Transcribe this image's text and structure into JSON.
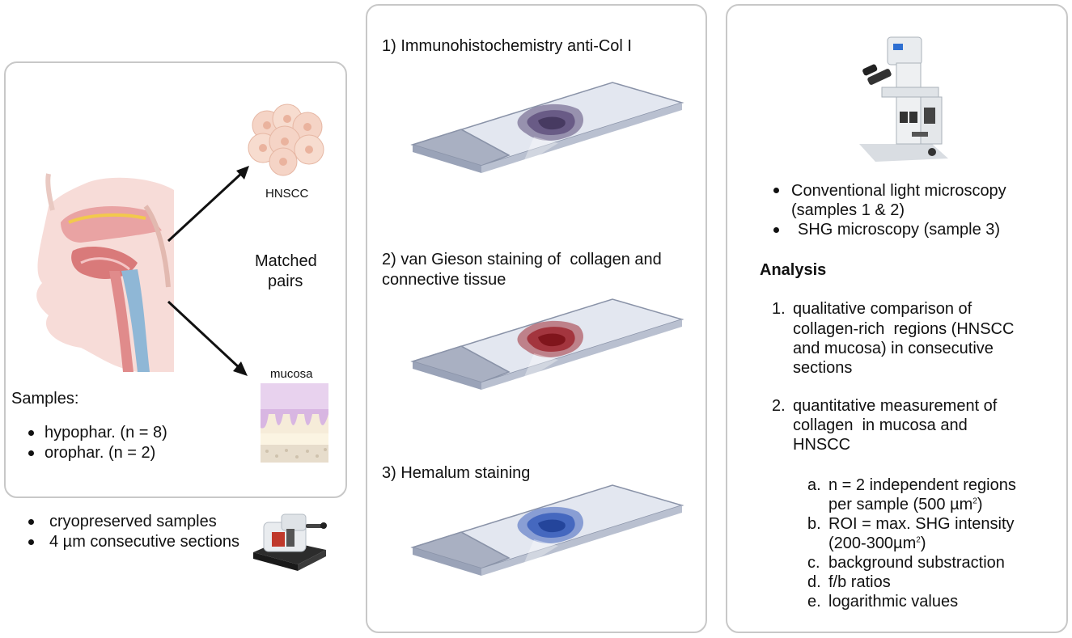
{
  "left_panel": {
    "label_hnscc": "HNSCC",
    "label_matched": "Matched",
    "label_pairs": "pairs",
    "label_mucosa": "mucosa",
    "samples_title": "Samples:",
    "samples": [
      "hypophar. (n = 8)",
      "orophar. (n = 2)"
    ]
  },
  "below_left": [
    "cryopreserved samples",
    "4 µm consecutive sections"
  ],
  "middle_panel": {
    "step1": "1) Immunohistochemistry anti-Col I",
    "step2_line1": "2) van Gieson staining of  collagen and",
    "step2_line2": "connective tissue",
    "step3": "3) Hemalum staining"
  },
  "right_panel": {
    "microscopy": [
      "Conventional light microscopy",
      "(samples 1 & 2)",
      "SHG microscopy (sample 3)"
    ],
    "analysis_title": "Analysis",
    "item1_num": "1.",
    "item1": [
      "qualitative comparison of",
      "collagen-rich  regions (HNSCC",
      "and mucosa) in consecutive",
      "sections"
    ],
    "item2_num": "2.",
    "item2": [
      "quantitative measurement of",
      "collagen  in mucosa and",
      "HNSCC"
    ],
    "sub_a_letter": "a.",
    "sub_a_1": "n = 2 independent regions",
    "sub_a_2": "per sample (500 µm",
    "sub_a_sup": "2",
    "sub_a_2b": ")",
    "sub_b_letter": "b.",
    "sub_b_1": "ROI = max. SHG intensity",
    "sub_b_2": "(200-300µm",
    "sub_b_sup": "2",
    "sub_b_2b": ")",
    "sub_c_letter": "c.",
    "sub_c": "background substraction",
    "sub_d_letter": "d.",
    "sub_d": "f/b ratios",
    "sub_e_letter": "e.",
    "sub_e": "logarithmic values"
  },
  "colors": {
    "panel_border": "#c8c8c8",
    "stain_ihc": "#5a4a78",
    "stain_vangieson": "#9a1c24",
    "stain_hemalum": "#2f56b8",
    "slide_glass": "#d6dbe8",
    "slide_frosted": "#a9b0c2"
  }
}
